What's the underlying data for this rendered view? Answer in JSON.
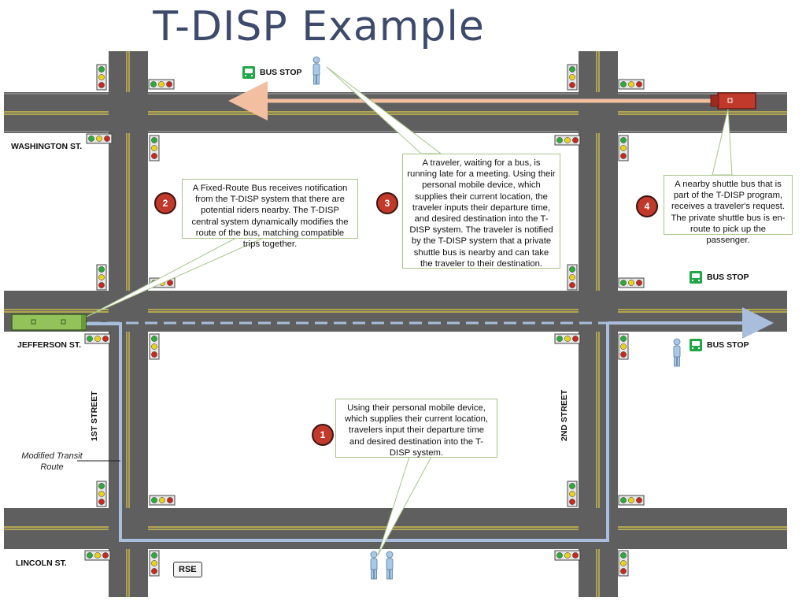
{
  "title": "T-DISP Example",
  "streets": {
    "washington": "WASHINGTON ST.",
    "jefferson": "JEFFERSON ST.",
    "lincoln": "LINCOLN ST.",
    "first": "1ST STREET",
    "second": "2ND STREET"
  },
  "bus_stop_label": "BUS STOP",
  "route_note": "Modified Transit Route",
  "rse_label": "RSE",
  "steps": [
    {
      "number": "1",
      "text": "Using their personal mobile device, which supplies their current location, travelers input their departure time and desired destination into the T-DISP system."
    },
    {
      "number": "2",
      "text": "A Fixed-Route Bus receives notification from the T-DISP system that there are potential riders nearby.  The T-DISP central system dynamically modifies the route of the bus, matching compatible trips together."
    },
    {
      "number": "3",
      "text": "A traveler, waiting for a bus, is running late for a meeting.  Using their personal mobile device, which supplies their current location, the traveler inputs their departure time, and desired destination into the T-DISP system.  The traveler is notified by the T-DISP system that a private shuttle bus is nearby and can take the traveler to their destination."
    },
    {
      "number": "4",
      "text": "A nearby shuttle bus that is part of the T-DISP program, receives a traveler's request.  The private shuttle bus is en-route to pick up the passenger."
    }
  ],
  "colors": {
    "road": "#5f5f5f",
    "road_line": "#e3d04a",
    "title": "#3d4a6b",
    "bus_route": "#a8bedc",
    "shuttle_route": "#f2bfa0",
    "fixed_bus": "#93c25b",
    "shuttle": "#c0392b",
    "marker": "#c0392b",
    "bus_stop": "#20a848"
  }
}
